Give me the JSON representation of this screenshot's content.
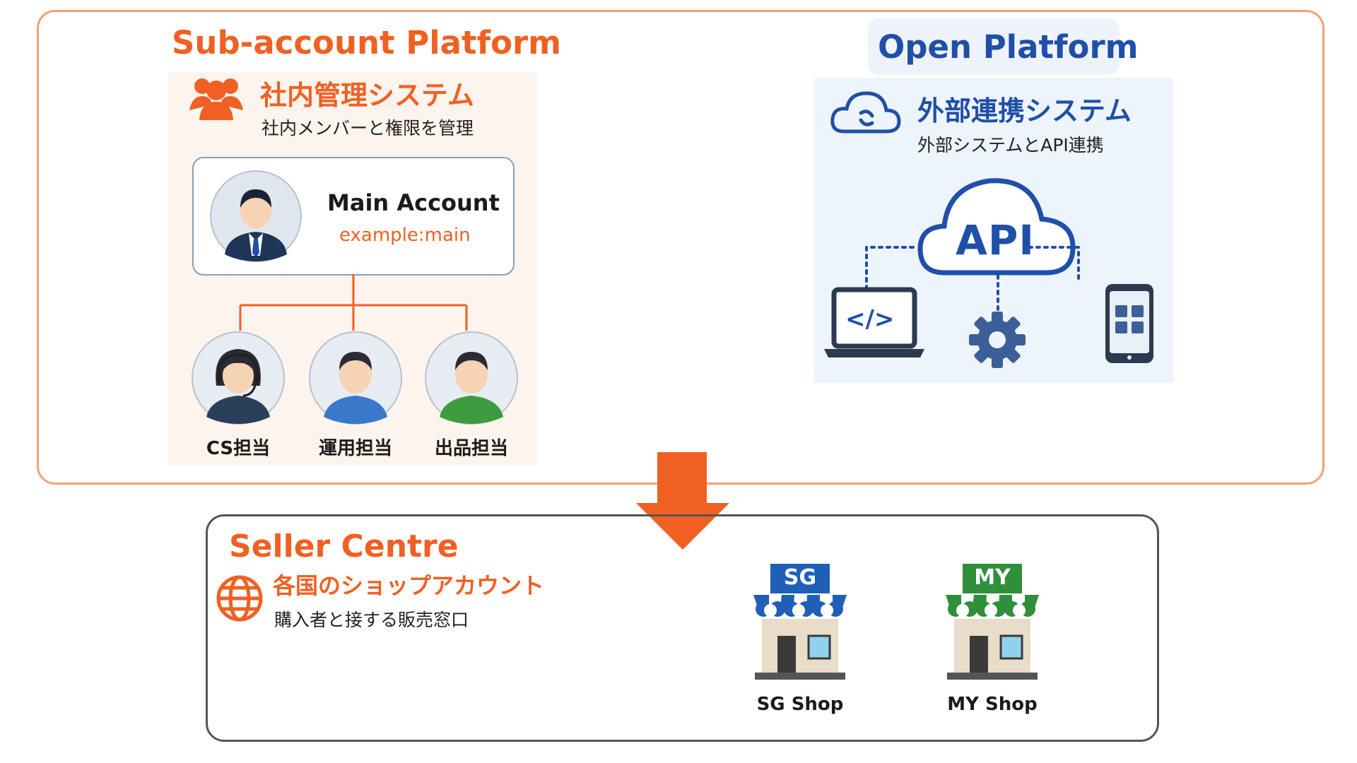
{
  "colors": {
    "accent_orange": "#f06022",
    "border_orange": "#f3a079",
    "brand_blue": "#1f4fa8",
    "sg_blue": "#1f5fb8",
    "my_green": "#2f8f3a"
  },
  "sub_account": {
    "title": "Sub-account Platform",
    "system_title": "社内管理システム",
    "system_desc": "社内メンバーと権限を管理",
    "main_account": {
      "label": "Main Account",
      "id": "example:main"
    },
    "members": [
      {
        "label": "CS担当",
        "icon": "support-agent-avatar"
      },
      {
        "label": "運用担当",
        "icon": "operator-avatar"
      },
      {
        "label": "出品担当",
        "icon": "lister-avatar"
      }
    ]
  },
  "open_platform": {
    "title": "Open Platform",
    "system_title": "外部連携システム",
    "system_desc": "外部システムとAPI連携",
    "api_label": "API",
    "code_label": "</>"
  },
  "seller_centre": {
    "title": "Seller Centre",
    "shop_title": "各国のショップアカウント",
    "shop_desc": "購入者と接する販売窓口",
    "shops": [
      {
        "code": "SG",
        "label": "SG Shop"
      },
      {
        "code": "MY",
        "label": "MY Shop"
      }
    ]
  }
}
